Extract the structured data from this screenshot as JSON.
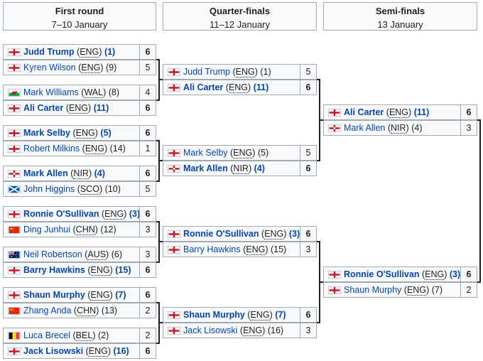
{
  "headers": [
    {
      "title": "First round",
      "date": "7–10 January"
    },
    {
      "title": "Quarter-finals",
      "date": "11–12 January"
    },
    {
      "title": "Semi-finals",
      "date": "13 January"
    }
  ],
  "flags": {
    "ENG": {
      "name": "england-flag-icon"
    },
    "WAL": {
      "name": "wales-flag-icon"
    },
    "NIR": {
      "name": "northern-ireland-flag-icon"
    },
    "SCO": {
      "name": "scotland-flag-icon"
    },
    "CHN": {
      "name": "china-flag-icon"
    },
    "AUS": {
      "name": "australia-flag-icon"
    },
    "BEL": {
      "name": "belgium-flag-icon"
    }
  },
  "first_round": [
    {
      "p1": {
        "player": "Judd Trump",
        "nat": "ENG",
        "seed": "(1)",
        "score": "6",
        "win": true
      },
      "p2": {
        "player": "Kyren Wilson",
        "nat": "ENG",
        "seed": "(9)",
        "score": "5",
        "win": false
      }
    },
    {
      "p1": {
        "player": "Mark Williams",
        "nat": "WAL",
        "seed": "(8)",
        "score": "4",
        "win": false
      },
      "p2": {
        "player": "Ali Carter",
        "nat": "ENG",
        "seed": "(11)",
        "score": "6",
        "win": true
      }
    },
    {
      "p1": {
        "player": "Mark Selby",
        "nat": "ENG",
        "seed": "(5)",
        "score": "6",
        "win": true
      },
      "p2": {
        "player": "Robert Milkins",
        "nat": "ENG",
        "seed": "(14)",
        "score": "1",
        "win": false
      }
    },
    {
      "p1": {
        "player": "Mark Allen",
        "nat": "NIR",
        "seed": "(4)",
        "score": "6",
        "win": true
      },
      "p2": {
        "player": "John Higgins",
        "nat": "SCO",
        "seed": "(10)",
        "score": "5",
        "win": false
      }
    },
    {
      "p1": {
        "player": "Ronnie O'Sullivan",
        "nat": "ENG",
        "seed": "(3)",
        "score": "6",
        "win": true
      },
      "p2": {
        "player": "Ding Junhui",
        "nat": "CHN",
        "seed": "(12)",
        "score": "3",
        "win": false
      }
    },
    {
      "p1": {
        "player": "Neil Robertson",
        "nat": "AUS",
        "seed": "(6)",
        "score": "3",
        "win": false
      },
      "p2": {
        "player": "Barry Hawkins",
        "nat": "ENG",
        "seed": "(15)",
        "score": "6",
        "win": true
      }
    },
    {
      "p1": {
        "player": "Shaun Murphy",
        "nat": "ENG",
        "seed": "(7)",
        "score": "6",
        "win": true
      },
      "p2": {
        "player": "Zhang Anda",
        "nat": "CHN",
        "seed": "(13)",
        "score": "2",
        "win": false
      }
    },
    {
      "p1": {
        "player": "Luca Brecel",
        "nat": "BEL",
        "seed": "(2)",
        "score": "2",
        "win": false
      },
      "p2": {
        "player": "Jack Lisowski",
        "nat": "ENG",
        "seed": "(16)",
        "score": "6",
        "win": true
      }
    }
  ],
  "quarter_finals": [
    {
      "p1": {
        "player": "Judd Trump",
        "nat": "ENG",
        "seed": "(1)",
        "score": "5",
        "win": false
      },
      "p2": {
        "player": "Ali Carter",
        "nat": "ENG",
        "seed": "(11)",
        "score": "6",
        "win": true
      }
    },
    {
      "p1": {
        "player": "Mark Selby",
        "nat": "ENG",
        "seed": "(5)",
        "score": "5",
        "win": false
      },
      "p2": {
        "player": "Mark Allen",
        "nat": "NIR",
        "seed": "(4)",
        "score": "6",
        "win": true
      }
    },
    {
      "p1": {
        "player": "Ronnie O'Sullivan",
        "nat": "ENG",
        "seed": "(3)",
        "score": "6",
        "win": true
      },
      "p2": {
        "player": "Barry Hawkins",
        "nat": "ENG",
        "seed": "(15)",
        "score": "3",
        "win": false
      }
    },
    {
      "p1": {
        "player": "Shaun Murphy",
        "nat": "ENG",
        "seed": "(7)",
        "score": "6",
        "win": true
      },
      "p2": {
        "player": "Jack Lisowski",
        "nat": "ENG",
        "seed": "(16)",
        "score": "3",
        "win": false
      }
    }
  ],
  "semi_finals": [
    {
      "p1": {
        "player": "Ali Carter",
        "nat": "ENG",
        "seed": "(11)",
        "score": "6",
        "win": true
      },
      "p2": {
        "player": "Mark Allen",
        "nat": "NIR",
        "seed": "(4)",
        "score": "3",
        "win": false
      }
    },
    {
      "p1": {
        "player": "Ronnie O'Sullivan",
        "nat": "ENG",
        "seed": "(3)",
        "score": "6",
        "win": true
      },
      "p2": {
        "player": "Shaun Murphy",
        "nat": "ENG",
        "seed": "(7)",
        "score": "2",
        "win": false
      }
    }
  ]
}
